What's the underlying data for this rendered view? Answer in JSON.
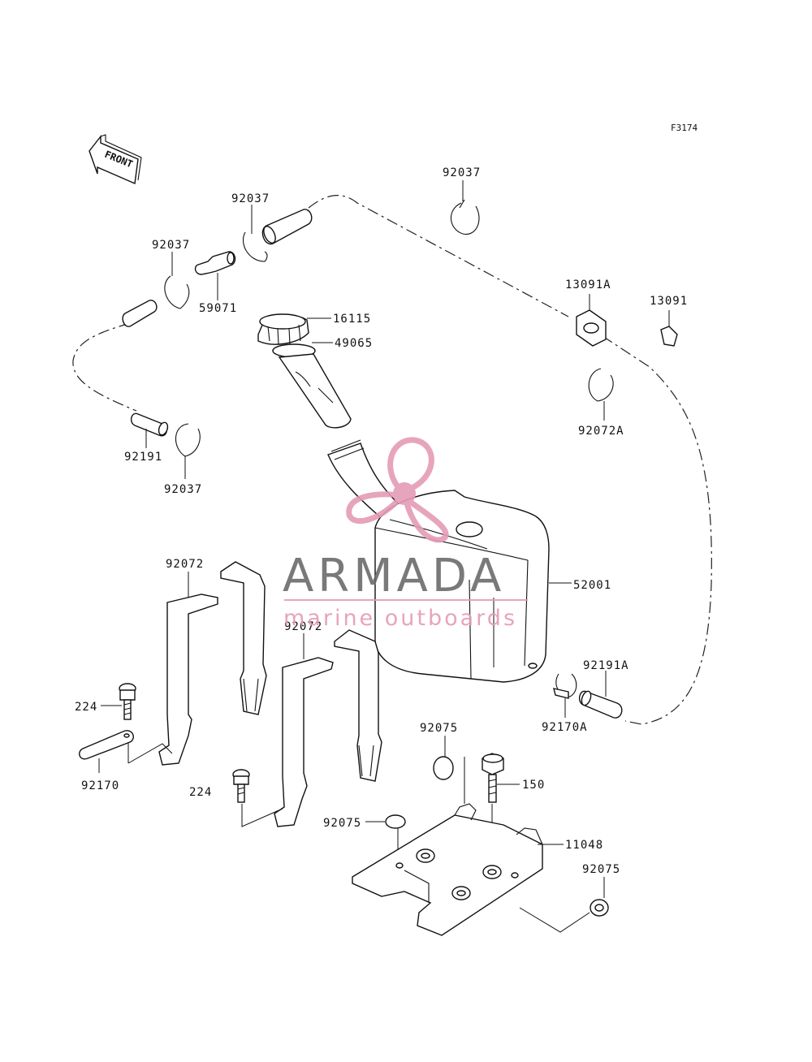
{
  "diagram": {
    "figure_code": "F3174",
    "direction_label": "FRONT",
    "part_labels": {
      "clamp_top_right": "92037",
      "clamp_hose_top": "92037",
      "clamp_left_top": "92037",
      "fitting": "59071",
      "cap": "16115",
      "gasket": "49065",
      "holder_a": "13091A",
      "holder": "13091",
      "clamp_right": "92072A",
      "hose_left": "92191",
      "clamp_left_bottom": "92037",
      "tank": "52001",
      "band_left": "92072",
      "band_center": "92072",
      "bolt_left": "224",
      "plate_left": "92170",
      "bolt_center": "224",
      "clamp_a": "92170A",
      "hose_right": "92191A",
      "washer_top": "92075",
      "bolt_plate": "150",
      "washer_left": "92075",
      "bracket": "11048",
      "washer_right": "92075"
    }
  },
  "watermark": {
    "brand": "ARMADA",
    "tagline": "marine outboards",
    "color_pink": "#e59bb6",
    "color_gray": "#6b6b6b"
  }
}
